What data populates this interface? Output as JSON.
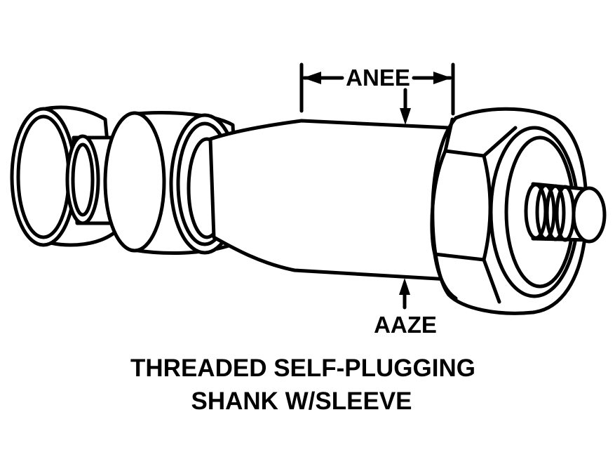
{
  "labels": {
    "length_dim": "ANEE",
    "diameter_dim": "AAZE"
  },
  "caption": {
    "line1": "THREADED SELF-PLUGGING",
    "line2": "SHANK W/SLEEVE"
  },
  "colors": {
    "ink": "#000000",
    "paper": "#ffffff"
  }
}
